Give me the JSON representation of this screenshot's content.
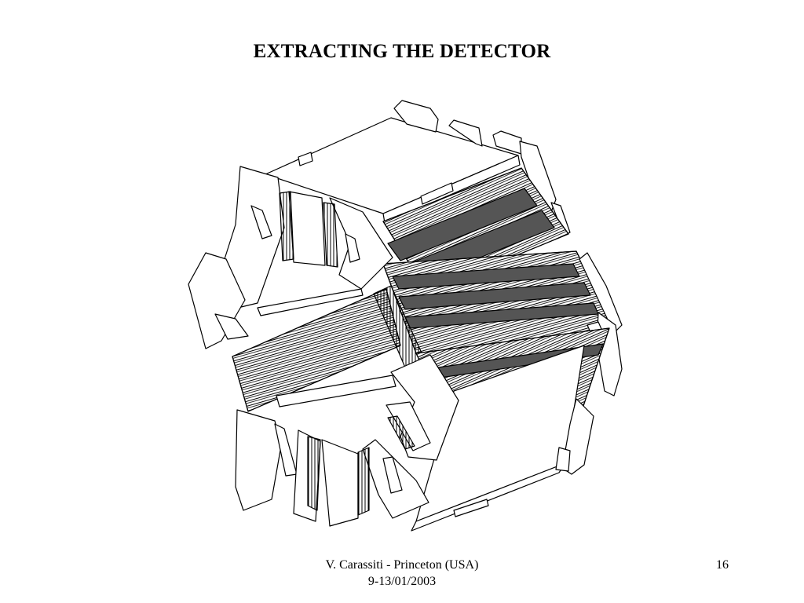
{
  "slide": {
    "title": "EXTRACTING THE DETECTOR",
    "footer": {
      "author": "V. Carassiti - Princeton (USA)",
      "date": "9-13/01/2003",
      "page_number": "16"
    }
  },
  "colors": {
    "line": "#000000",
    "background": "#ffffff",
    "strip_fill": "#555555"
  }
}
